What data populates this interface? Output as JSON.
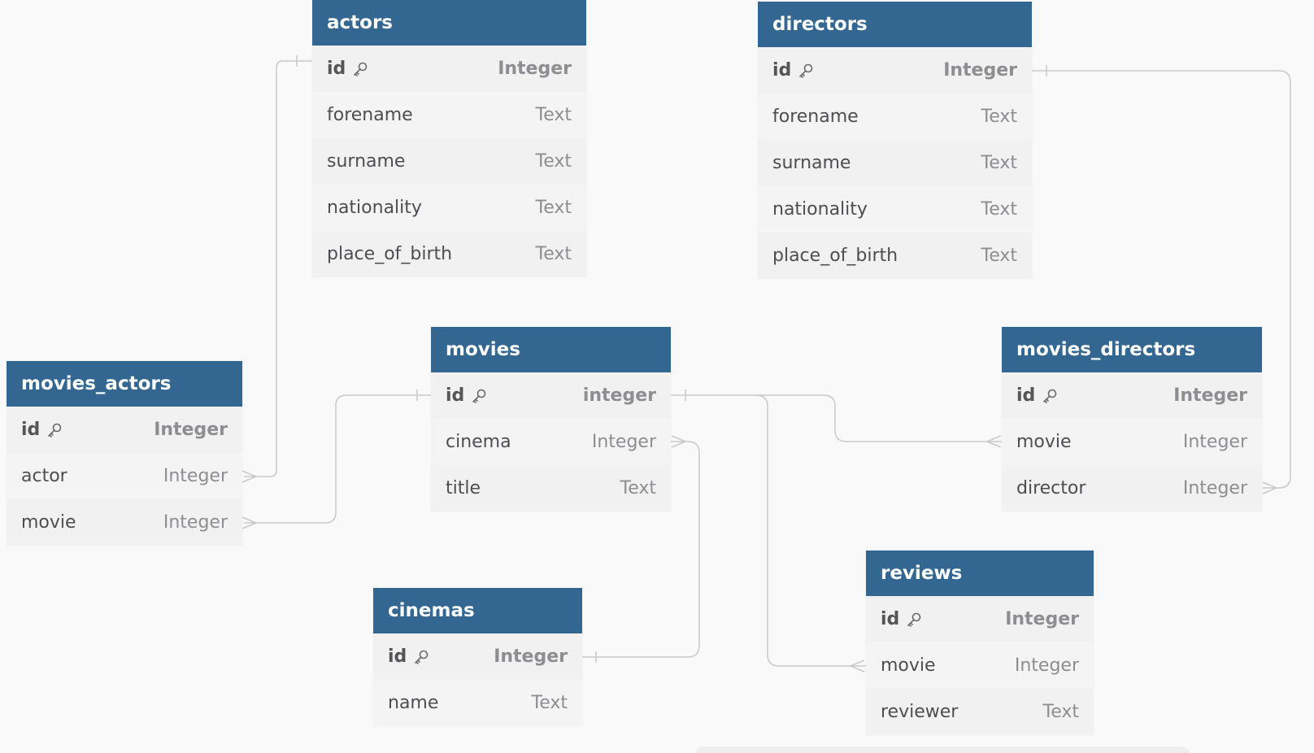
{
  "colors": {
    "header": "#336791",
    "connector": "#c9c9cc",
    "background": "#f9f9fa"
  },
  "tables": {
    "actors": {
      "title": "actors",
      "rows": [
        {
          "name": "id",
          "type": "Integer",
          "pk": true
        },
        {
          "name": "forename",
          "type": "Text"
        },
        {
          "name": "surname",
          "type": "Text"
        },
        {
          "name": "nationality",
          "type": "Text"
        },
        {
          "name": "place_of_birth",
          "type": "Text"
        }
      ]
    },
    "directors": {
      "title": "directors",
      "rows": [
        {
          "name": "id",
          "type": "Integer",
          "pk": true
        },
        {
          "name": "forename",
          "type": "Text"
        },
        {
          "name": "surname",
          "type": "Text"
        },
        {
          "name": "nationality",
          "type": "Text"
        },
        {
          "name": "place_of_birth",
          "type": "Text"
        }
      ]
    },
    "movies": {
      "title": "movies",
      "rows": [
        {
          "name": "id",
          "type": "integer",
          "pk": true
        },
        {
          "name": "cinema",
          "type": "Integer"
        },
        {
          "name": "title",
          "type": "Text"
        }
      ]
    },
    "movies_actors": {
      "title": "movies_actors",
      "rows": [
        {
          "name": "id",
          "type": "Integer",
          "pk": true
        },
        {
          "name": "actor",
          "type": "Integer"
        },
        {
          "name": "movie",
          "type": "Integer"
        }
      ]
    },
    "movies_directors": {
      "title": "movies_directors",
      "rows": [
        {
          "name": "id",
          "type": "Integer",
          "pk": true
        },
        {
          "name": "movie",
          "type": "Integer"
        },
        {
          "name": "director",
          "type": "Integer"
        }
      ]
    },
    "cinemas": {
      "title": "cinemas",
      "rows": [
        {
          "name": "id",
          "type": "Integer",
          "pk": true
        },
        {
          "name": "name",
          "type": "Text"
        }
      ]
    },
    "reviews": {
      "title": "reviews",
      "rows": [
        {
          "name": "id",
          "type": "Integer",
          "pk": true
        },
        {
          "name": "movie",
          "type": "Integer"
        },
        {
          "name": "reviewer",
          "type": "Text"
        }
      ]
    }
  },
  "relationships": [
    {
      "from": "movies_actors.actor",
      "to": "actors.id"
    },
    {
      "from": "movies_actors.movie",
      "to": "movies.id"
    },
    {
      "from": "movies_directors.movie",
      "to": "movies.id"
    },
    {
      "from": "movies_directors.director",
      "to": "directors.id"
    },
    {
      "from": "movies.cinema",
      "to": "cinemas.id"
    },
    {
      "from": "reviews.movie",
      "to": "movies.id"
    }
  ]
}
